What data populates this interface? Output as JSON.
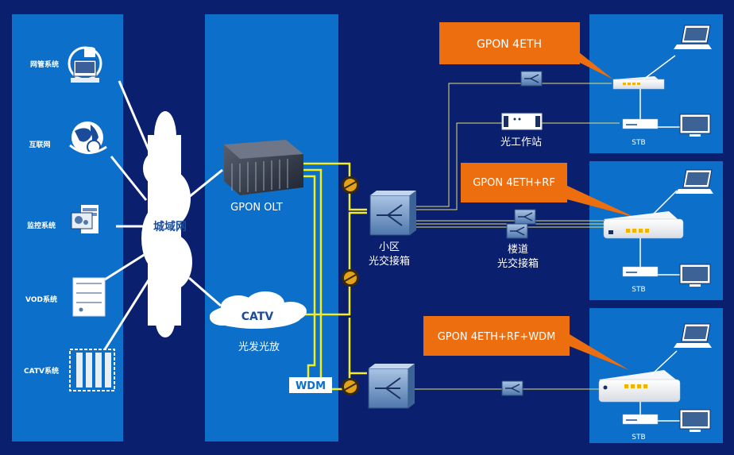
{
  "left_panel": {
    "items": [
      {
        "label": "网管系统",
        "icon": "network-management-icon"
      },
      {
        "label": "互联网",
        "icon": "globe-icon"
      },
      {
        "label": "监控系统",
        "icon": "monitoring-icon"
      },
      {
        "label": "VOD系统",
        "icon": "server-icon"
      },
      {
        "label": "CATV系统",
        "icon": "server-rack-icon"
      }
    ]
  },
  "metro_network": {
    "label": "城域网"
  },
  "olt": {
    "label": "GPON OLT"
  },
  "catv": {
    "label": "CATV",
    "caption": "光发光放"
  },
  "wdm": {
    "label": "WDM"
  },
  "district_box": {
    "line1": "小区",
    "line2": "光交接箱"
  },
  "corridor_box": {
    "line1": "楼道",
    "line2": "光交接箱"
  },
  "optical_station": {
    "label": "光工作站"
  },
  "callouts": [
    {
      "label": "GPON 4ETH"
    },
    {
      "label": "GPON 4ETH+RF"
    },
    {
      "label": "GPON 4ETH+RF+WDM"
    }
  ],
  "stb_label": "STB",
  "colors": {
    "background": "#0a1f6e",
    "panel": "#0c6fc9",
    "callout": "#ec6e0e",
    "fiber": "#f5ee1a",
    "link": "#ffffff"
  }
}
